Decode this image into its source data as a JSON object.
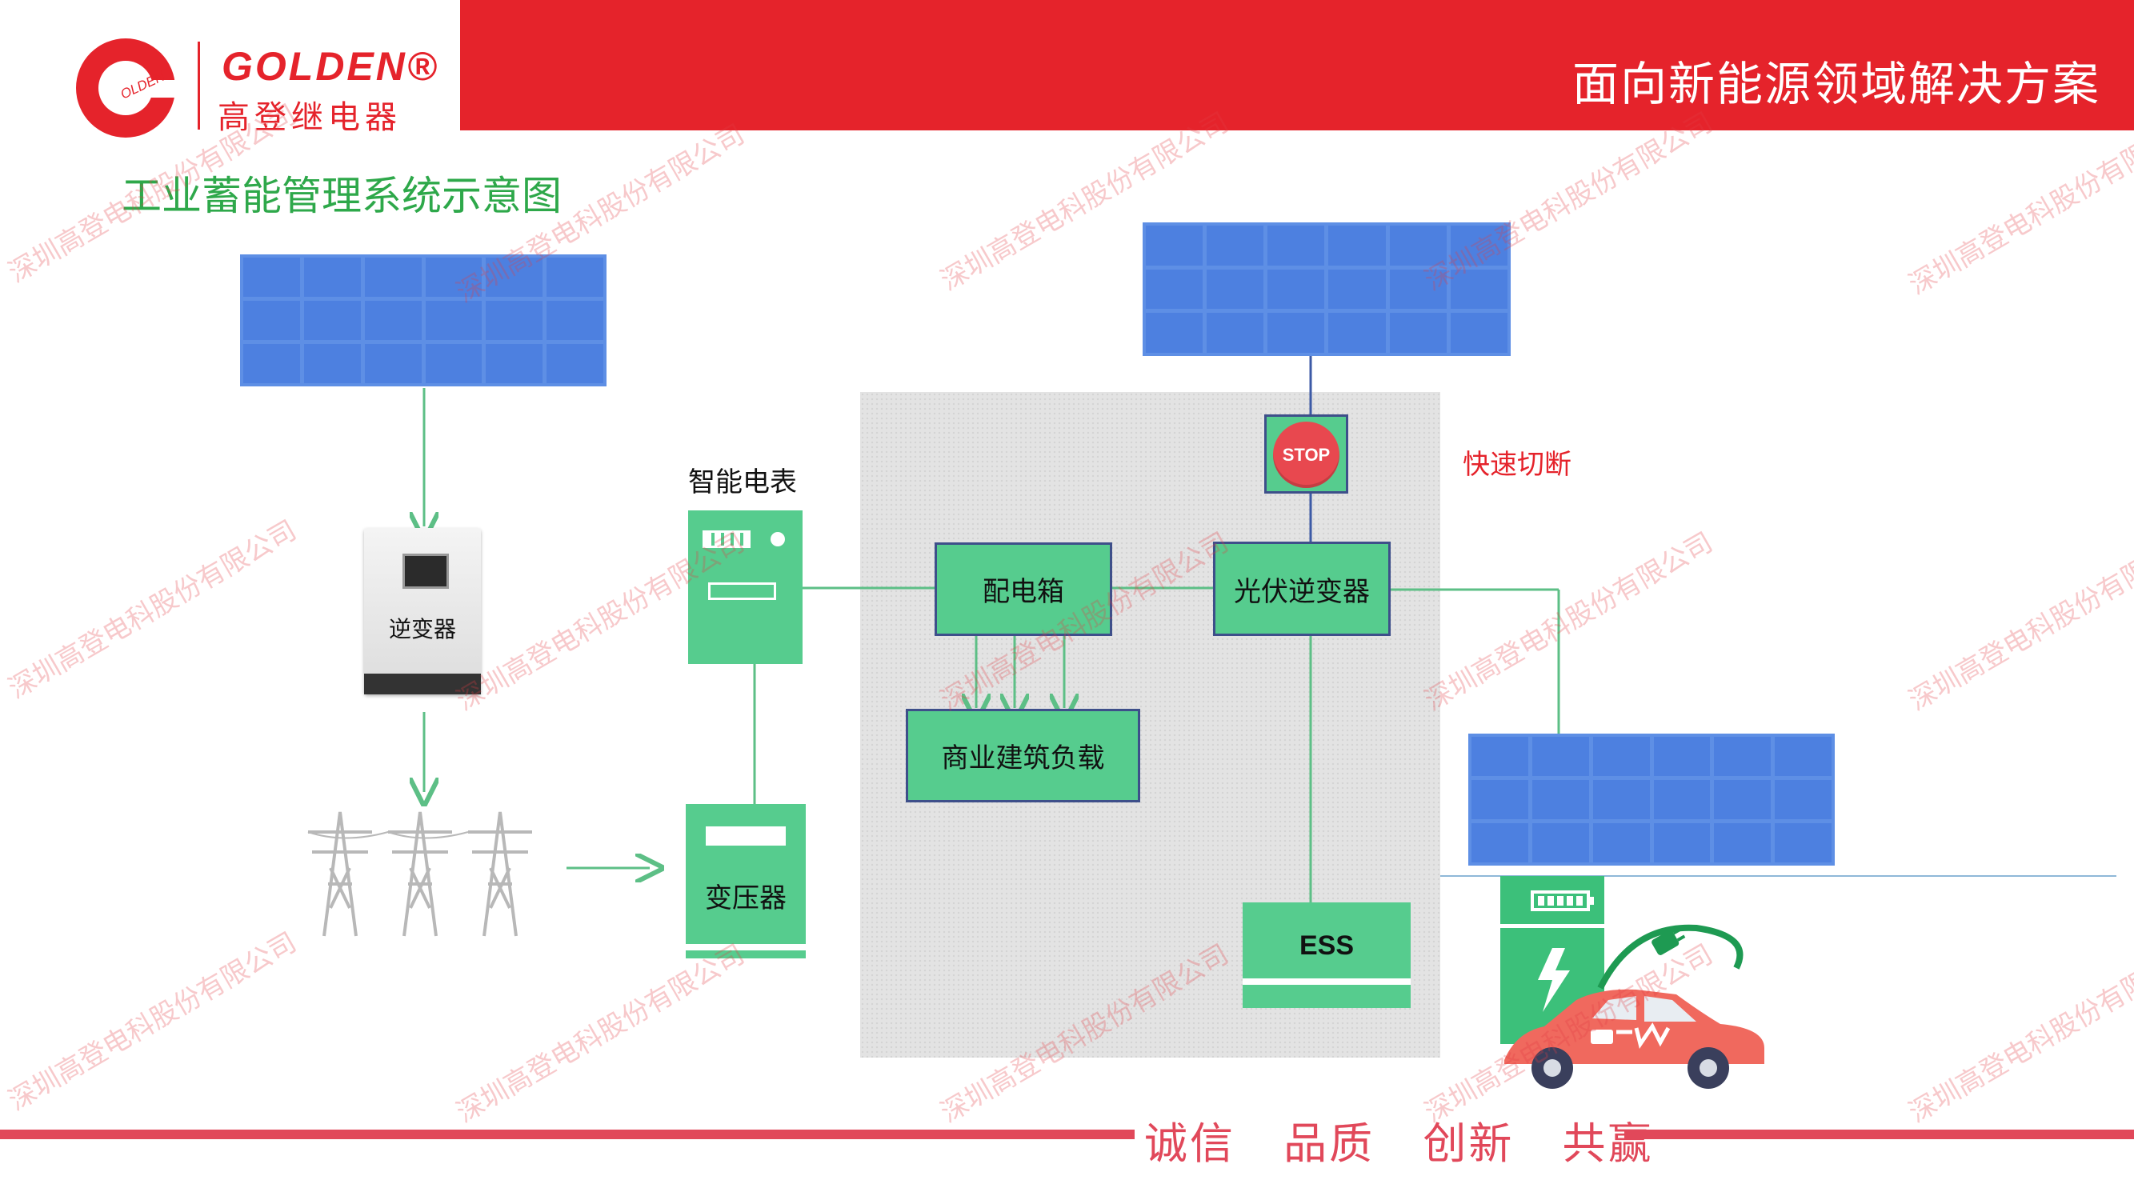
{
  "header": {
    "title": "面向新能源领域解决方案"
  },
  "logo": {
    "mark_text": "OLDEN",
    "registered": "®",
    "brand": "GOLDEN®",
    "brand_cn": "高登继电器"
  },
  "slide_title": "工业蓄能管理系统示意图",
  "diagram": {
    "inverter_left": "逆变器",
    "smart_meter_label": "智能电表",
    "transformer": "变压器",
    "distribution_box": "配电箱",
    "pv_inverter": "光伏逆变器",
    "commercial_load": "商业建筑负载",
    "ess": "ESS",
    "stop": "STOP",
    "fast_cut": "快速切断"
  },
  "motto": "诚信 品质 创新 共赢",
  "watermark": "深圳高登电科股份有限公司",
  "colors": {
    "brand_red": "#e5232b",
    "title_green": "#2ea84a",
    "box_green": "#56cc8e",
    "panel_blue": "#4d80e0",
    "line_green": "#5dbf86",
    "line_blue": "#3c5aa6"
  }
}
